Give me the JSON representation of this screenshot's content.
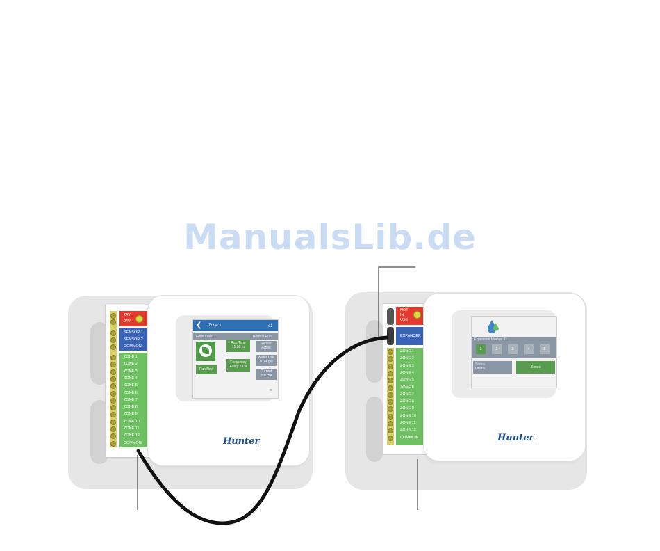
{
  "watermark": "ManualsLib.de",
  "left_controller": {
    "power_labels": [
      "24V",
      "24V"
    ],
    "sensor_labels": [
      "SENSOR 1",
      "SENSOR 2",
      "COMMON"
    ],
    "zone_labels": [
      "ZONE 1",
      "ZONE 2",
      "ZONE 3",
      "ZONE 4",
      "ZONE 5",
      "ZONE 6",
      "ZONE 7",
      "ZONE 8",
      "ZONE 9",
      "ZONE 10",
      "ZONE 11",
      "ZONE 12",
      "COMMON"
    ],
    "brand": "Hunter",
    "screen": {
      "title": "Zone 1",
      "left_caption": "Front Lawn",
      "right_caption": "Normal Run",
      "run_time_label": "Run Time",
      "run_time_value": "15:00 m",
      "frequency_label": "Frequency",
      "frequency_value": "Every 7 Da",
      "run_now": "Run Now",
      "sensor_label": "Sensor",
      "sensor_value": "Active",
      "water_use_label": "Water Use",
      "water_use_value": "1024 gal",
      "current_label": "Current",
      "current_value": "350 mA"
    }
  },
  "right_controller": {
    "not_in_use": [
      "NOT",
      "IN",
      "USE"
    ],
    "expander": "EXPANDER",
    "zone_labels": [
      "ZONE 1",
      "ZONE 2",
      "ZONE 3",
      "ZONE 4",
      "ZONE 5",
      "ZONE 6",
      "ZONE 7",
      "ZONE 8",
      "ZONE 9",
      "ZONE 10",
      "ZONE 11",
      "ZONE 12",
      "COMMON"
    ],
    "brand": "Hunter",
    "screen": {
      "module_id_label": "Expansion Module ID",
      "module_ids": [
        "1",
        "2",
        "3",
        "4",
        "5"
      ],
      "status_label": "Status",
      "status_value": "Online",
      "zones_button": "Zones"
    }
  },
  "colors": {
    "power": "#e23b2e",
    "sensor": "#3b63b8",
    "zones": "#6fbf63",
    "screen_header": "#2f6fb6",
    "brand": "#1b4f8c",
    "cable": "#111111"
  }
}
